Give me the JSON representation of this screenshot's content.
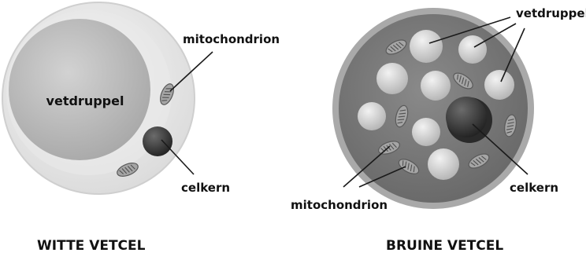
{
  "white_cell": {
    "caption": "WITTE VETCEL",
    "fat_droplet_label": "vetdruppel",
    "mitochondrion_label": "mitochondrion",
    "nucleus_label": "celkern"
  },
  "brown_cell": {
    "caption": "BRUINE VETCEL",
    "fat_droplet_label": "vetdruppel",
    "mitochondrion_label": "mitochondrion",
    "nucleus_label": "celkern"
  },
  "colors": {
    "white_cell_fill": "#e6e6e6",
    "white_cell_rim": "#f4f4f4",
    "white_fat_droplet": "#c2c2c2",
    "brown_cell_fill": "#7d7d7d",
    "brown_cell_rim": "#a8a8a8",
    "droplet": "#cfcfcf",
    "nucleus": "#3d3d3d",
    "mitochondrion": "#9a9a9a"
  }
}
